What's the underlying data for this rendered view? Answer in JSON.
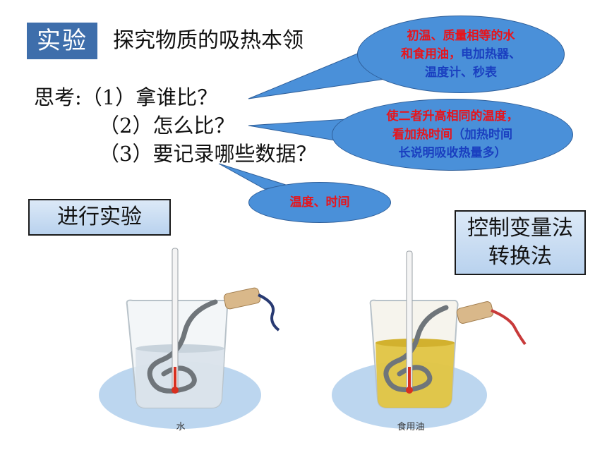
{
  "header": {
    "tag": "实验",
    "title": "探究物质的吸热本领"
  },
  "questions": {
    "prefix": "思考:",
    "q1": "（1）拿谁比？",
    "q2": "（2）怎么比？",
    "q3": "（3）要记录哪些数据？"
  },
  "bubbles": {
    "b1": {
      "line1": "初温、质量相等的水",
      "line2_red": "和食用油，",
      "line2_blue": "电加热器、",
      "line3": "温度计、秒表"
    },
    "b2": {
      "line1": "使二者升高相同的温度，",
      "line2_red": "看加热时间",
      "line2_blue": "（加热时间",
      "line3": "长说明吸收热量多）"
    },
    "b3": {
      "text": "温度、时间"
    }
  },
  "boxes": {
    "experiment": "进行实验",
    "method_line1": "控制变量法",
    "method_line2": "转换法"
  },
  "figures": {
    "left_caption": "水",
    "right_caption": "食用油"
  },
  "colors": {
    "tag_bg": "#3e6eab",
    "bubble_fill": "#4a90d9",
    "red_text": "#e8141b",
    "blue_text": "#1a3fc0",
    "water": "#d9e2ea",
    "oil": "#e0c23a",
    "shadow": "#bcd6ef"
  }
}
